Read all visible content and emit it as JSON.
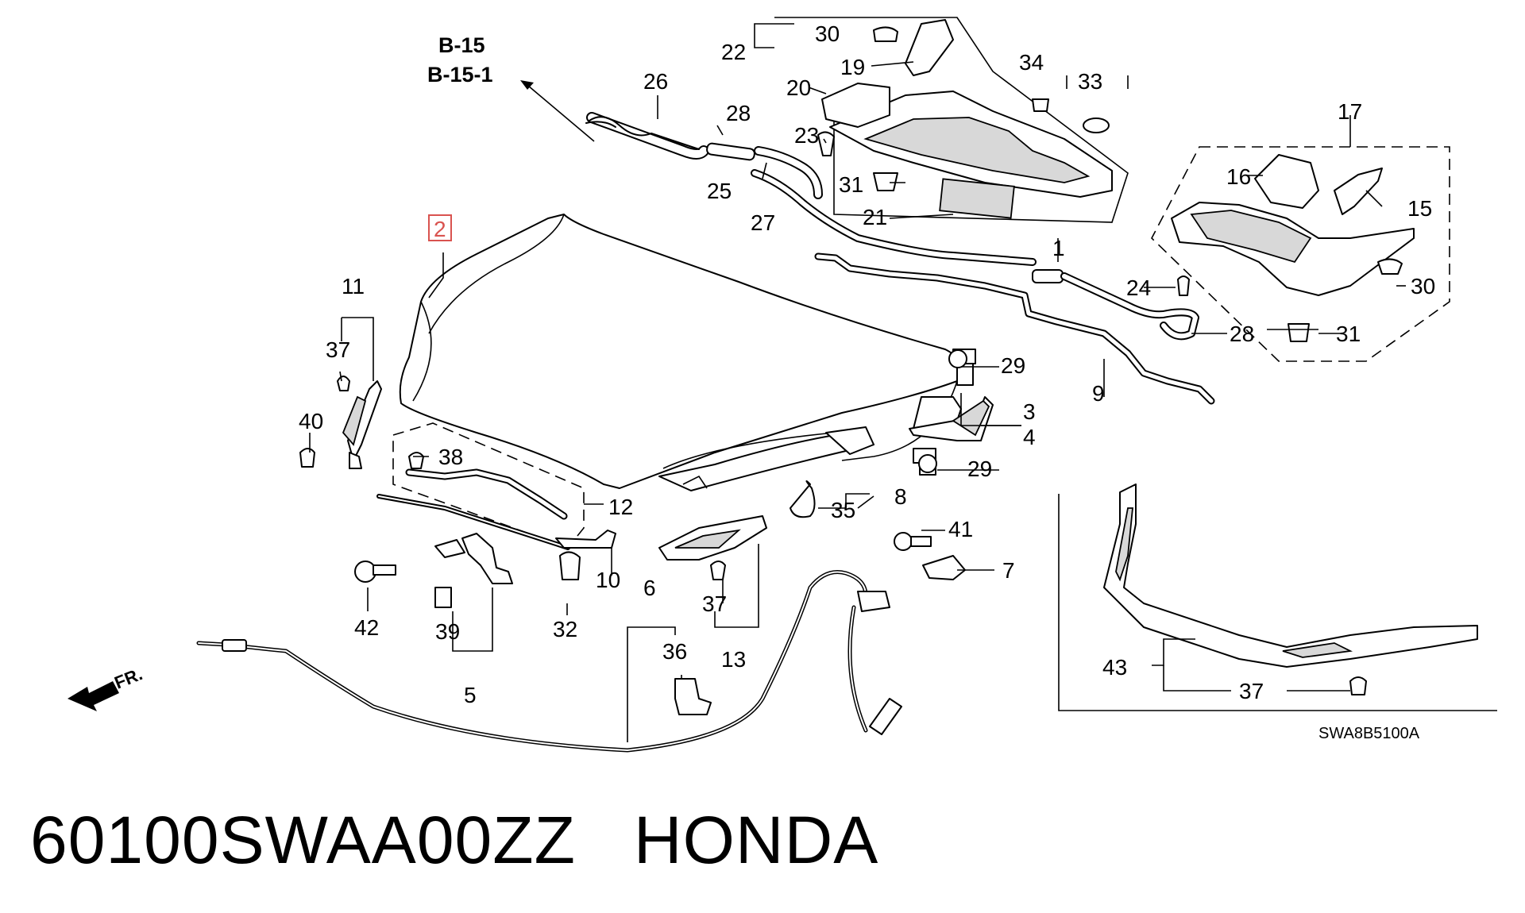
{
  "diagram": {
    "callouts": [
      "1",
      "2",
      "3",
      "4",
      "5",
      "6",
      "7",
      "8",
      "9",
      "10",
      "11",
      "12",
      "13",
      "15",
      "16",
      "17",
      "19",
      "20",
      "21",
      "22",
      "23",
      "24",
      "25",
      "26",
      "27",
      "28",
      "29",
      "30",
      "31",
      "32",
      "33",
      "34",
      "35",
      "36",
      "37",
      "38",
      "39",
      "40",
      "41",
      "42",
      "43"
    ],
    "reference_labels": [
      "B-15",
      "B-15-1"
    ],
    "diagram_code": "SWA8B5100A",
    "direction_label": "FR.",
    "highlighted_callout": "2",
    "highlight_color": "#d9534f"
  },
  "footer": {
    "part_number": "60100SWAA00ZZ",
    "brand": "HONDA"
  }
}
